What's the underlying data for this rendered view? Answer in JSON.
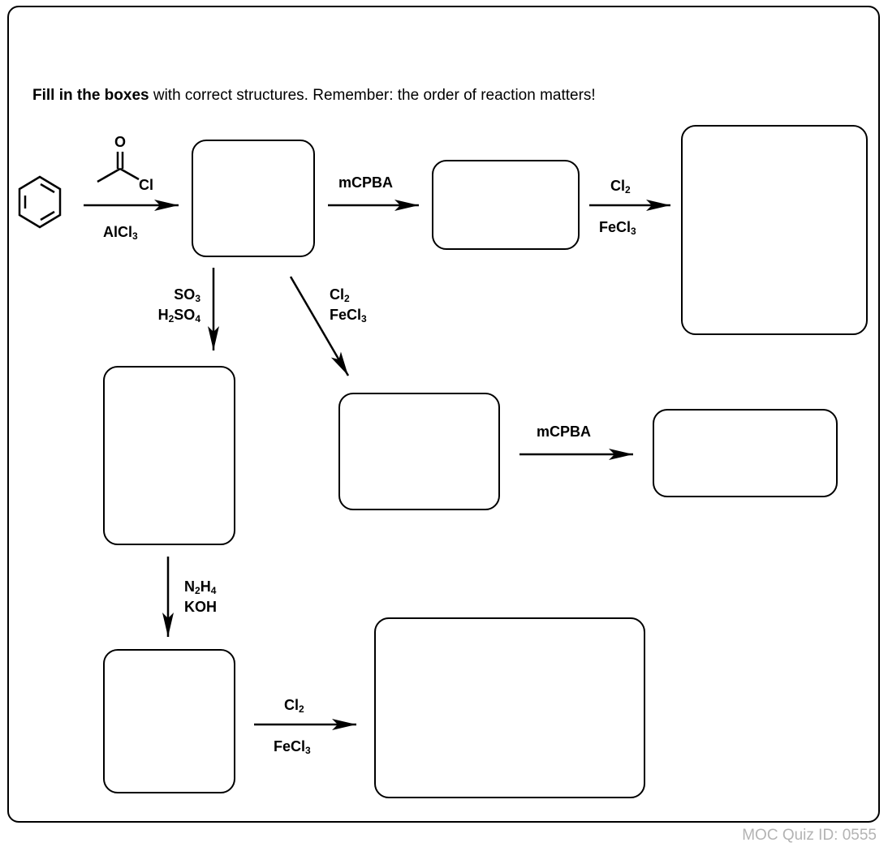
{
  "instructions": {
    "bold": "Fill in the boxes",
    "rest": " with correct structures. Remember: the order of reaction matters!"
  },
  "reagents": {
    "acyl_O": "O",
    "acyl_Cl": "Cl",
    "alcl3": {
      "a": "AlCl",
      "b": "3"
    },
    "mcpba1": "mCPBA",
    "cl2_top": {
      "a": "Cl",
      "b": "2"
    },
    "fecl3_top": {
      "a": "FeCl",
      "b": "3"
    },
    "so3": {
      "a": "SO",
      "b": "3"
    },
    "h2so4": {
      "a": "H",
      "b": "2",
      "c": "SO",
      "d": "4"
    },
    "cl2_diag": {
      "a": "Cl",
      "b": "2"
    },
    "fecl3_diag": {
      "a": "FeCl",
      "b": "3"
    },
    "mcpba2": "mCPBA",
    "n2h4": {
      "a": "N",
      "b": "2",
      "c": "H",
      "d": "4"
    },
    "koh": "KOH",
    "cl2_bottom": {
      "a": "Cl",
      "b": "2"
    },
    "fecl3_bottom": {
      "a": "FeCl",
      "b": "3"
    }
  },
  "footer": {
    "quiz_id": "MOC Quiz ID: 0555"
  }
}
